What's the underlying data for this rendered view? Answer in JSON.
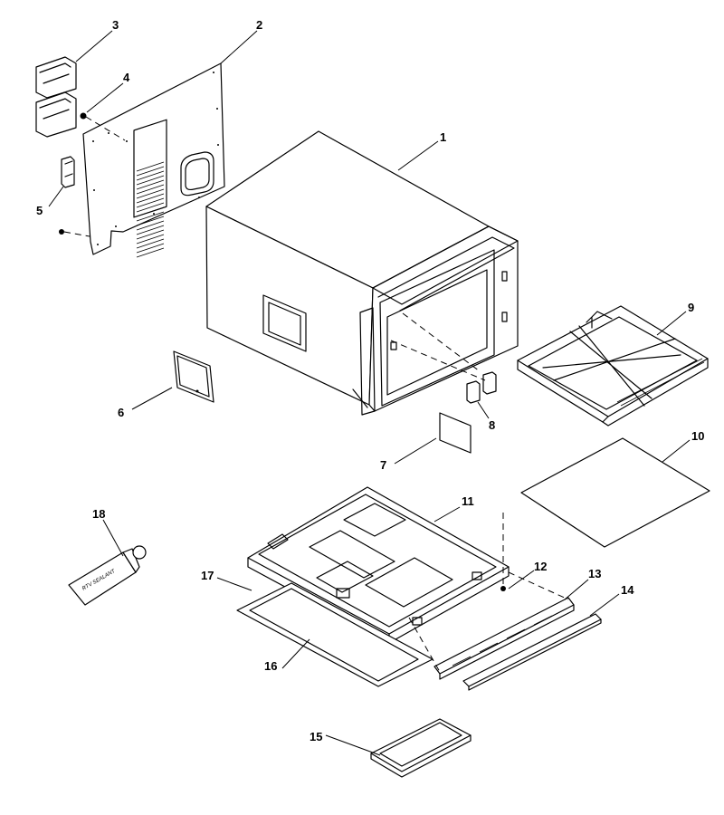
{
  "diagram": {
    "callouts": [
      "1",
      "2",
      "3",
      "4",
      "5",
      "6",
      "7",
      "8",
      "9",
      "10",
      "11",
      "12",
      "13",
      "14",
      "15",
      "16",
      "17",
      "18"
    ],
    "tube_label": "RTV SEALANT"
  }
}
